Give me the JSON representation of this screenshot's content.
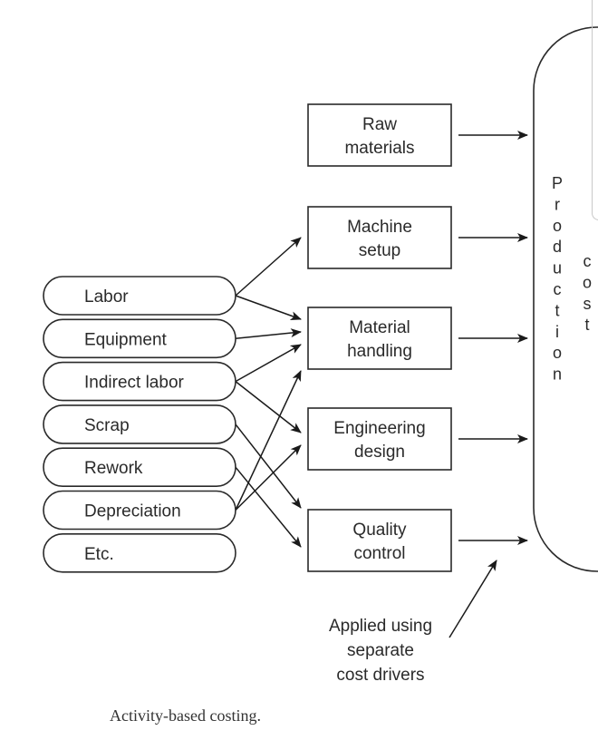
{
  "resources": [
    {
      "id": "labor",
      "label": "Labor"
    },
    {
      "id": "equipment",
      "label": "Equipment"
    },
    {
      "id": "indirect-labor",
      "label": "Indirect labor"
    },
    {
      "id": "scrap",
      "label": "Scrap"
    },
    {
      "id": "rework",
      "label": "Rework"
    },
    {
      "id": "depreciation",
      "label": "Depreciation"
    },
    {
      "id": "etc",
      "label": "Etc."
    }
  ],
  "activities": [
    {
      "id": "raw-materials",
      "lines": [
        "Raw",
        "materials"
      ]
    },
    {
      "id": "machine-setup",
      "lines": [
        "Machine",
        "setup"
      ]
    },
    {
      "id": "material-handling",
      "lines": [
        "Material",
        "handling"
      ]
    },
    {
      "id": "engineering-design",
      "lines": [
        "Engineering",
        "design"
      ]
    },
    {
      "id": "quality-control",
      "lines": [
        "Quality",
        "control"
      ]
    }
  ],
  "links": [
    {
      "from": "labor",
      "to": "machine-setup"
    },
    {
      "from": "labor",
      "to": "material-handling"
    },
    {
      "from": "equipment",
      "to": "material-handling"
    },
    {
      "from": "indirect-labor",
      "to": "material-handling"
    },
    {
      "from": "indirect-labor",
      "to": "engineering-design"
    },
    {
      "from": "scrap",
      "to": "quality-control"
    },
    {
      "from": "rework",
      "to": "quality-control"
    },
    {
      "from": "depreciation",
      "to": "material-handling"
    },
    {
      "from": "depreciation",
      "to": "engineering-design"
    }
  ],
  "target": {
    "word1": "Production",
    "word2": "cost"
  },
  "annotation": {
    "lines": [
      "Applied using",
      "separate",
      "cost drivers"
    ]
  },
  "caption": "Activity-based costing."
}
